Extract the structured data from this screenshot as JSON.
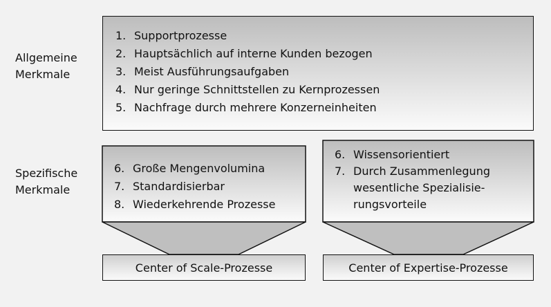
{
  "labels": {
    "general": [
      "Allgemeine",
      "Merkmale"
    ],
    "specific": [
      "Spezifische",
      "Merkmale"
    ]
  },
  "general_items": [
    {
      "num": "1.",
      "text": "Supportprozesse"
    },
    {
      "num": "2.",
      "text": "Hauptsächlich auf interne Kunden bezogen"
    },
    {
      "num": "3.",
      "text": "Meist Ausführungsaufgaben"
    },
    {
      "num": "4.",
      "text": "Nur geringe Schnittstellen zu Kernprozessen"
    },
    {
      "num": "5.",
      "text": "Nachfrage durch mehrere Konzerneinheiten"
    }
  ],
  "scale_items": [
    {
      "num": "6.",
      "text": "Große Mengenvolumina"
    },
    {
      "num": "7.",
      "text": "Standardisierbar"
    },
    {
      "num": "8.",
      "text": "Wiederkehrende Prozesse"
    }
  ],
  "expertise_items": [
    {
      "num": "6.",
      "text": "Wissensorientiert"
    },
    {
      "num": "7.",
      "lines": [
        "Durch Zusammenlegung",
        "wesentliche Spezialisie-",
        "rungsvorteile"
      ]
    }
  ],
  "results": {
    "scale": "Center of Scale-Prozesse",
    "expertise": "Center of Expertise-Prozesse"
  }
}
